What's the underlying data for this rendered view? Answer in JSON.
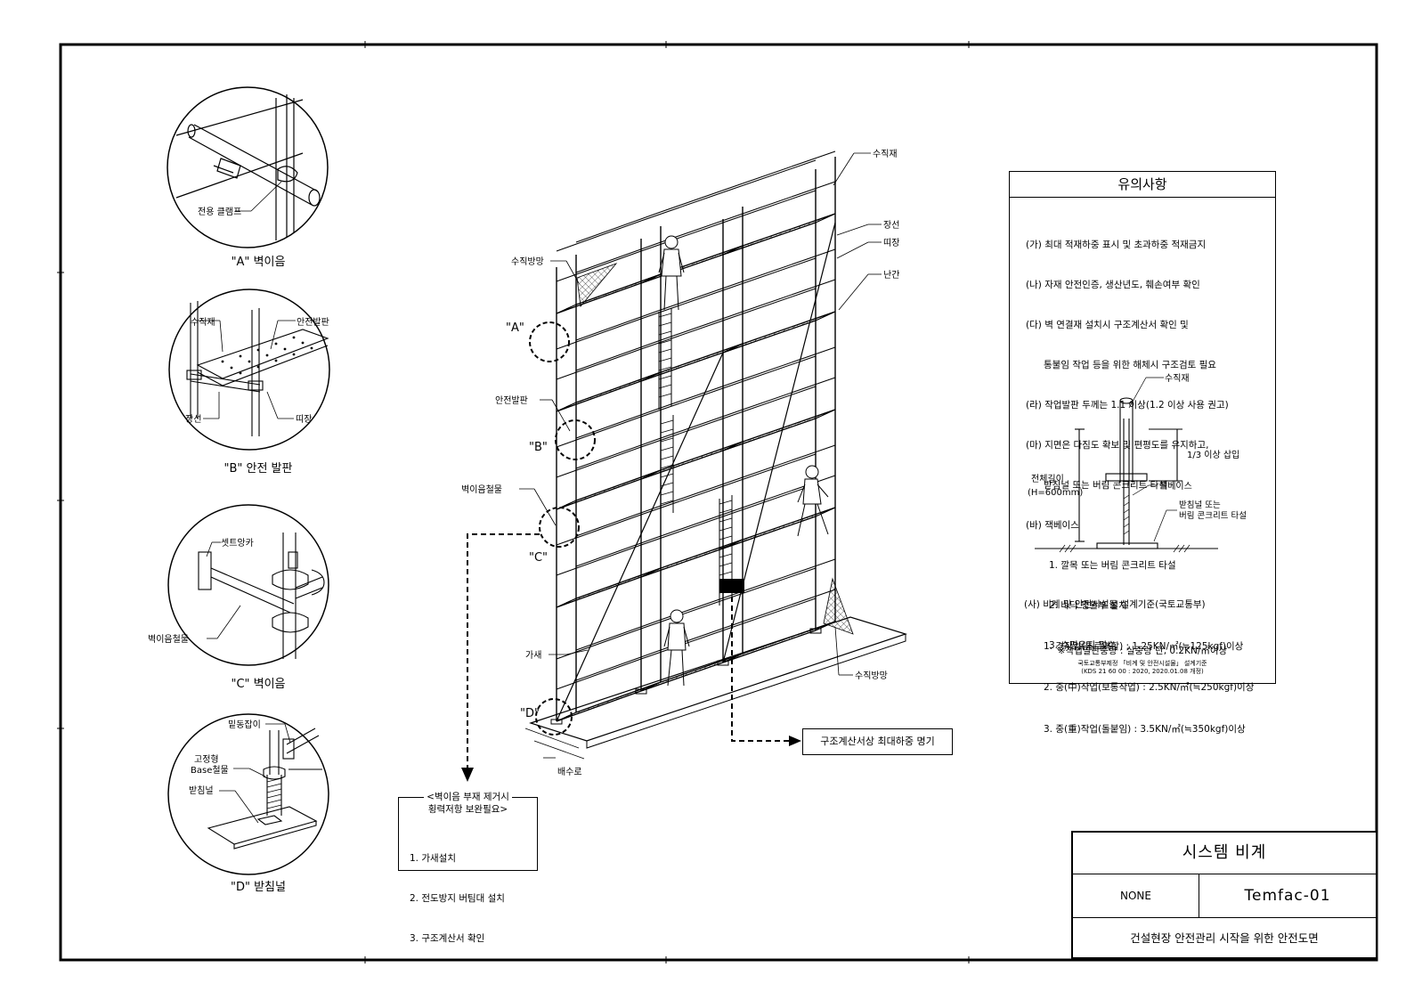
{
  "drawing": {
    "title": "시스템 비계",
    "scale": "NONE",
    "code": "Temfac-01",
    "description": "건설현장 안전관리 시작을 위한 안전도면"
  },
  "details": {
    "A": {
      "caption": "\"A\" 벽이음",
      "labels": [
        "전용 클램프"
      ]
    },
    "B": {
      "caption": "\"B\" 안전 발판",
      "labels": [
        "수직재",
        "안전발판",
        "장선",
        "띠장"
      ]
    },
    "C": {
      "caption": "\"C\" 벽이음",
      "labels": [
        "셋트앙카",
        "벽이음철물"
      ]
    },
    "D": {
      "caption": "\"D\" 받침널",
      "labels": [
        "밑동잡이",
        "고정형",
        "Base철물",
        "받침널"
      ]
    }
  },
  "main_view": {
    "markers": [
      "\"A\"",
      "\"B\"",
      "\"C\"",
      "\"D\""
    ],
    "labels": {
      "vertical": "수직재",
      "ledger_long": "장선",
      "ledger": "띠장",
      "guardrail": "난간",
      "vertical_net_top": "수직방망",
      "safety_deck": "안전발판",
      "wall_tie": "벽이음철물",
      "brace": "가새",
      "vertical_net_bottom": "수직방망",
      "drain": "배수로"
    },
    "max_load_note": "구조계산서상 최대하중 명기",
    "removal_box": {
      "head1": "<벽이음 부재 제거시",
      "head2": "횡력저항 보완필요>",
      "items": [
        "1. 가새설치",
        "2. 전도방지 버팀대 설치",
        "3. 구조계산서 확인"
      ]
    }
  },
  "notes": {
    "title": "유의사항",
    "items": [
      "(가) 최대 적재하중 표시 및 초과하중 적재금지",
      "(나) 자재 안전인증, 생산년도, 훼손여부 확인",
      "(다) 벽 연결재 설치시 구조계산서 확인 및",
      "      통불임 작업 등을 위한 해체시 구조검토 필요",
      "(라) 작업발판 두께는 1.1 이상(1.2 이상 사용 권고)",
      "(마) 지면은 다짐도 확보 및 편평도를 유지하고,",
      "      받침널 또는 버림 콘크리트 타설",
      "(바) 잭베이스"
    ],
    "jack_items": [
      "1. 깔목 또는 버림 콘크리트 타설",
      "2. 바닥 평활부 설치",
      "3. 수평유지 필수"
    ],
    "jack_diagram": {
      "vertical": "수직재",
      "insert": "1/3 이상 삽입",
      "total_len_1": "전체길이",
      "total_len_2": "(H=600mm)",
      "jack_base": "잭베이스",
      "base_plate_1": "받침널 또는",
      "base_plate_2": "버림 콘크리트 타설"
    },
    "standard_title": "(사) 비계 및 안전시설물 설계기준(국토교통부)",
    "standards": [
      "1. 경작업(통로역할) : 1.25KN/㎡(≒125kgf)이상",
      "2. 중(中)작업(보통작업) : 2.5KN/㎡(≒250kgf)이상",
      "3. 중(重)작업(돌붙임) : 3.5KN/㎡(≒350kgf)이상"
    ],
    "deck_weight": "※작업발판중량 : 실중량 단, 0.2KN/㎡이상",
    "source1": "국토교통부제정 「비계 및 안전시설물」 설계기준",
    "source2": "(KDS 21 60 00 : 2020, 2020.01.08 개정)"
  },
  "colors": {
    "line": "#000000",
    "paper": "#ffffff"
  }
}
